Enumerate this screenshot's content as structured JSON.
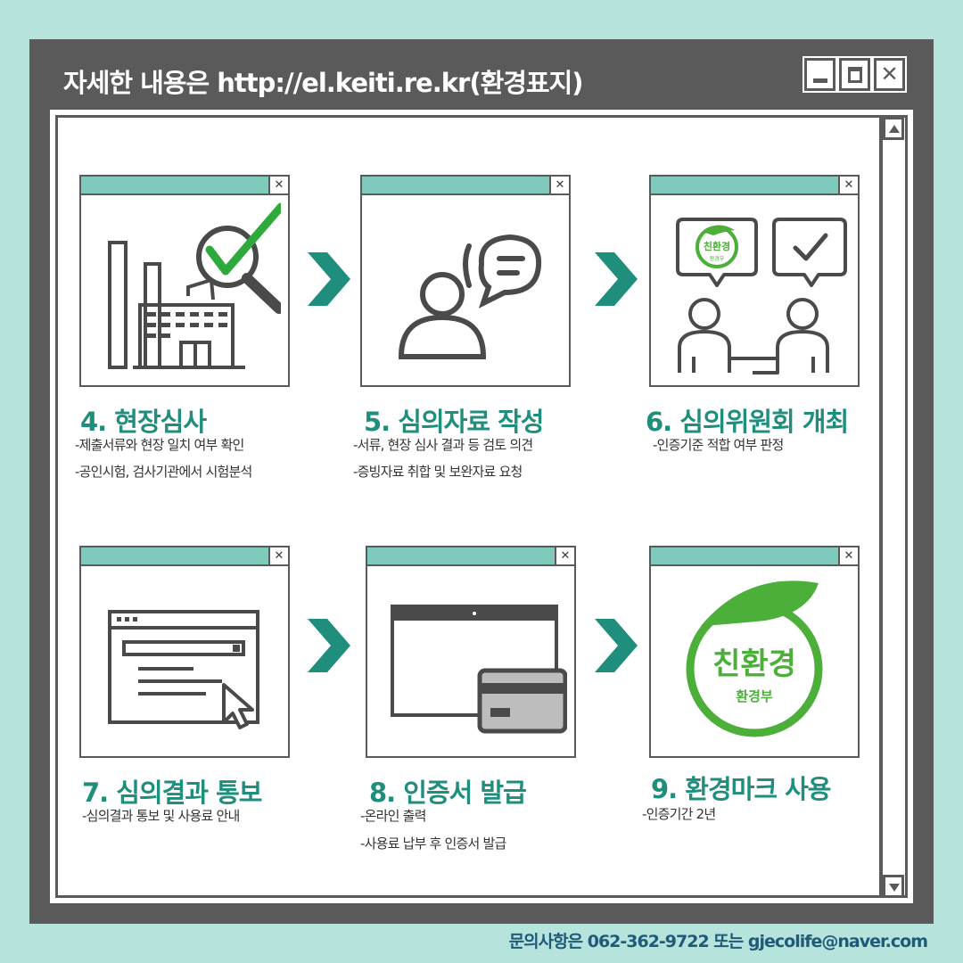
{
  "window": {
    "title": "자세한 내용은 http://el.keiti.re.kr(환경표지)",
    "minimize_icon": "minimize-icon",
    "maximize_icon": "maximize-icon",
    "close_label": "✕"
  },
  "card_close_label": "✕",
  "steps": [
    {
      "title": "4. 현장심사",
      "lines": [
        "-제출서류와 현장 일치 여부 확인",
        "-공인시험, 검사기관에서 시험분석"
      ],
      "icon": "factory-inspection-icon"
    },
    {
      "title": "5. 심의자료 작성",
      "lines": [
        "-서류, 현장 심사 결과 등 검토 의견",
        "-증빙자료 취합 및 보완자료 요청"
      ],
      "icon": "person-speech-icon"
    },
    {
      "title": "6. 심의위원회 개최",
      "lines": [
        "-인증기준 적합 여부 판정"
      ],
      "icon": "committee-meeting-icon"
    },
    {
      "title": "7. 심의결과 통보",
      "lines": [
        "-심의결과 통보 및 사용료 안내"
      ],
      "icon": "browser-cursor-icon"
    },
    {
      "title": "8. 인증서 발급",
      "lines": [
        "-온라인 출력",
        "-사용료 납부 후 인증서 발급"
      ],
      "icon": "card-payment-icon"
    },
    {
      "title": "9. 환경마크 사용",
      "lines": [
        "-인증기간 2년"
      ],
      "icon": "eco-mark-icon"
    }
  ],
  "mark": {
    "main": "친환경",
    "sub": "환경부"
  },
  "footer": "문의사항은 062-362-9722 또는 gjecolife@naver.com",
  "colors": {
    "accent": "#1f8e7d",
    "bar": "#7fc9bd",
    "frame": "#5a5a5a",
    "background": "#b6e3dc",
    "eco_green": "#4caf3a"
  }
}
